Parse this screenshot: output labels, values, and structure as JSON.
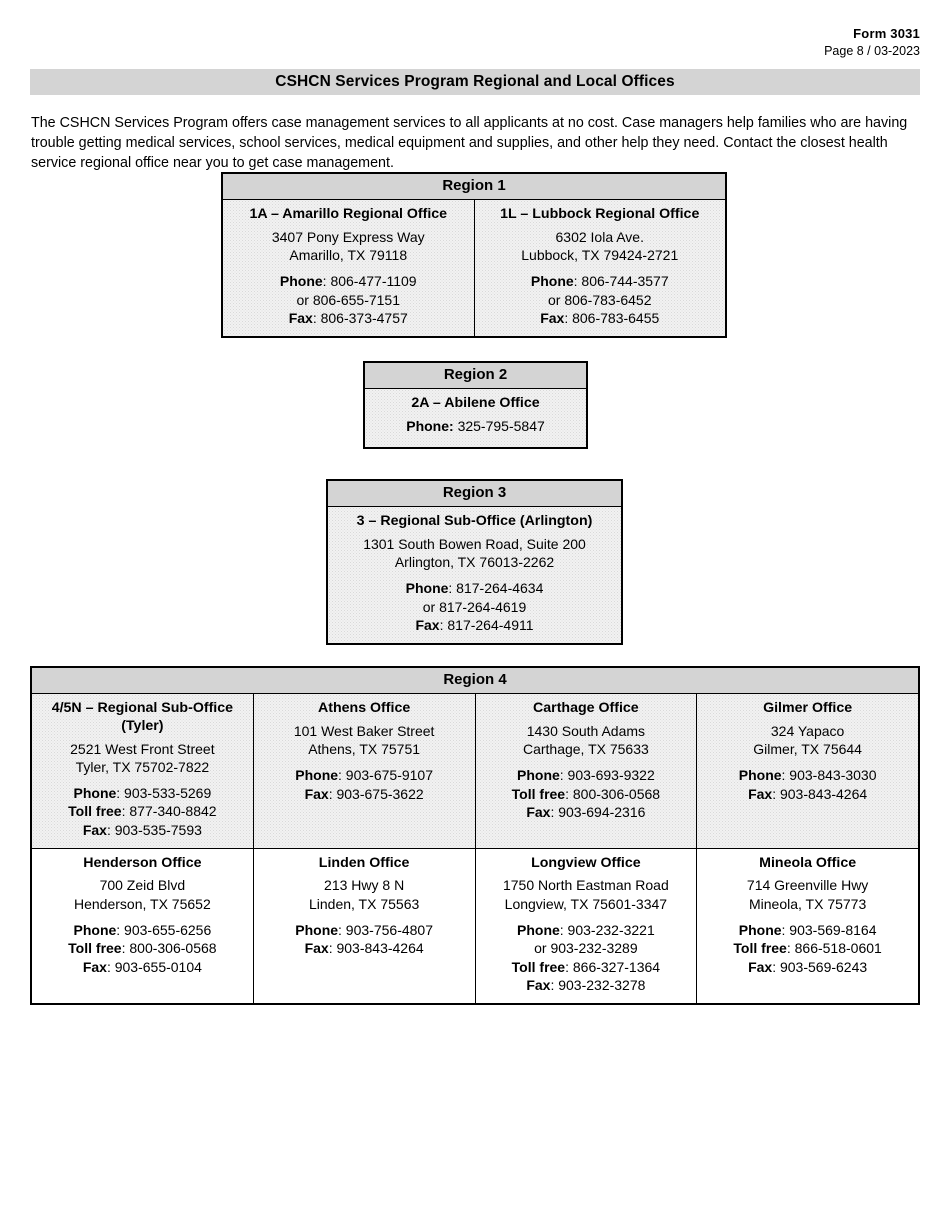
{
  "header": {
    "form_number": "Form 3031",
    "page_line": "Page 8  / 03-2023"
  },
  "title": "CSHCN Services Program Regional and Local Offices",
  "intro": "The CSHCN Services Program offers case management services to all applicants at no cost. Case managers help families who are having trouble getting medical services, school services, medical equipment and supplies, and other help they need. Contact the closest health service regional office near you to get case management.",
  "labels": {
    "phone": "Phone",
    "toll_free": "Toll free",
    "fax": "Fax",
    "colon": ":"
  },
  "regions": [
    {
      "id": "region1",
      "heading": "Region 1",
      "rows": [
        {
          "shaded": true,
          "cells": [
            {
              "name": "1A – Amarillo Regional Office",
              "address": [
                "3407 Pony Express Way",
                "Amarillo, TX 79118"
              ],
              "contacts": [
                {
                  "label": "Phone",
                  "value": "806-477-1109"
                },
                {
                  "label": "",
                  "value": "or 806-655-7151"
                },
                {
                  "label": "Fax",
                  "value": "806-373-4757"
                }
              ]
            },
            {
              "name": "1L – Lubbock Regional Office",
              "address": [
                "6302 Iola Ave.",
                "Lubbock, TX 79424-2721"
              ],
              "contacts": [
                {
                  "label": "Phone",
                  "value": "806-744-3577"
                },
                {
                  "label": "",
                  "value": "or 806-783-6452"
                },
                {
                  "label": "Fax",
                  "value": "806-783-6455"
                }
              ]
            }
          ]
        }
      ]
    },
    {
      "id": "region2",
      "heading": "Region 2",
      "rows": [
        {
          "shaded": true,
          "cells": [
            {
              "name": "2A – Abilene Office",
              "address": [],
              "contacts": [
                {
                  "label": "Phone",
                  "value": "325-795-5847",
                  "bold_colon": true
                }
              ]
            }
          ]
        }
      ]
    },
    {
      "id": "region3",
      "heading": "Region 3",
      "rows": [
        {
          "shaded": true,
          "cells": [
            {
              "name": "3 – Regional Sub-Office (Arlington)",
              "address": [
                "1301 South Bowen Road, Suite 200",
                "Arlington, TX 76013-2262"
              ],
              "contacts": [
                {
                  "label": "Phone",
                  "value": "817-264-4634"
                },
                {
                  "label": "",
                  "value": "or 817-264-4619"
                },
                {
                  "label": "Fax",
                  "value": "817-264-4911"
                }
              ]
            }
          ]
        }
      ]
    },
    {
      "id": "region4",
      "heading": "Region 4",
      "rows": [
        {
          "shaded": true,
          "cells": [
            {
              "name": "4/5N – Regional Sub-Office (Tyler)",
              "address": [
                "2521 West Front Street",
                "Tyler, TX 75702-7822"
              ],
              "contacts": [
                {
                  "label": "Phone",
                  "value": "903-533-5269"
                },
                {
                  "label": "Toll free",
                  "value": "877-340-8842"
                },
                {
                  "label": "Fax",
                  "value": "903-535-7593"
                }
              ]
            },
            {
              "name": "Athens Office",
              "address": [
                "101 West Baker Street",
                "Athens, TX 75751"
              ],
              "contacts": [
                {
                  "label": "Phone",
                  "value": "903-675-9107"
                },
                {
                  "label": "Fax",
                  "value": "903-675-3622"
                }
              ]
            },
            {
              "name": "Carthage Office",
              "address": [
                "1430 South Adams",
                "Carthage, TX 75633"
              ],
              "contacts": [
                {
                  "label": "Phone",
                  "value": "903-693-9322"
                },
                {
                  "label": "Toll free",
                  "value": "800-306-0568"
                },
                {
                  "label": "Fax",
                  "value": "903-694-2316"
                }
              ]
            },
            {
              "name": "Gilmer Office",
              "address": [
                "324 Yapaco",
                "Gilmer, TX 75644"
              ],
              "contacts": [
                {
                  "label": "Phone",
                  "value": "903-843-3030"
                },
                {
                  "label": "Fax",
                  "value": "903-843-4264"
                }
              ]
            }
          ]
        },
        {
          "shaded": false,
          "cells": [
            {
              "name": "Henderson Office",
              "address": [
                "700 Zeid Blvd",
                "Henderson, TX 75652"
              ],
              "contacts": [
                {
                  "label": "Phone",
                  "value": "903-655-6256"
                },
                {
                  "label": "Toll free",
                  "value": "800-306-0568"
                },
                {
                  "label": "Fax",
                  "value": "903-655-0104"
                }
              ]
            },
            {
              "name": "Linden Office",
              "address": [
                "213 Hwy 8 N",
                "Linden, TX 75563"
              ],
              "contacts": [
                {
                  "label": "Phone",
                  "value": "903-756-4807"
                },
                {
                  "label": "Fax",
                  "value": "903-843-4264"
                }
              ]
            },
            {
              "name": "Longview Office",
              "address": [
                "1750 North Eastman Road",
                "Longview, TX 75601-3347"
              ],
              "contacts": [
                {
                  "label": "Phone",
                  "value": "903-232-3221"
                },
                {
                  "label": "",
                  "value": "or 903-232-3289"
                },
                {
                  "label": "Toll free",
                  "value": "866-327-1364"
                },
                {
                  "label": "Fax",
                  "value": "903-232-3278"
                }
              ]
            },
            {
              "name": "Mineola Office",
              "address": [
                "714 Greenville Hwy",
                "Mineola, TX 75773"
              ],
              "contacts": [
                {
                  "label": "Phone",
                  "value": "903-569-8164"
                },
                {
                  "label": "Toll free",
                  "value": "866-518-0601"
                },
                {
                  "label": "Fax",
                  "value": "903-569-6243"
                }
              ]
            }
          ]
        }
      ]
    }
  ]
}
